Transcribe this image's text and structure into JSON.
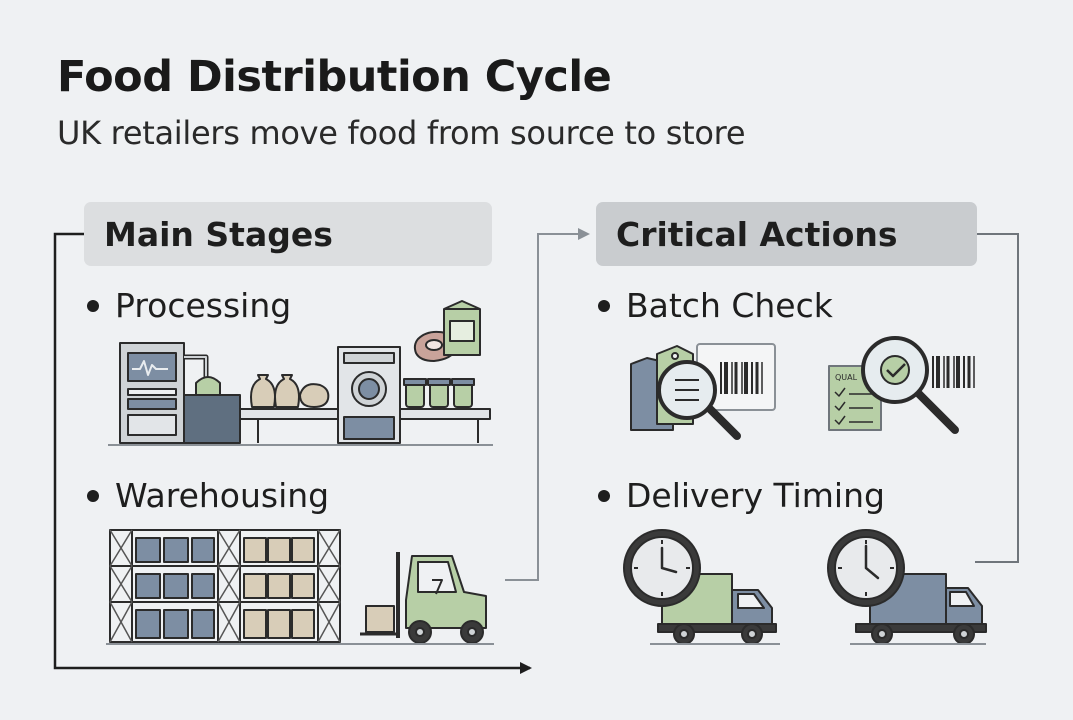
{
  "title": "Food Distribution Cycle",
  "subtitle": "UK retailers move food from source to store",
  "sections": {
    "left": {
      "header": "Main Stages",
      "items": [
        {
          "label": "Processing",
          "illustration": "processing-line-illustration"
        },
        {
          "label": "Warehousing",
          "illustration": "warehouse-forklift-illustration"
        }
      ]
    },
    "right": {
      "header": "Critical Actions",
      "items": [
        {
          "label": "Batch Check",
          "illustration": "barcode-inspection-illustration",
          "inspection_label": "QUAL"
        },
        {
          "label": "Delivery Timing",
          "illustration": "clock-truck-illustration"
        }
      ]
    }
  },
  "colors": {
    "background": "#eff1f3",
    "header_left": "#dcdee0",
    "header_right": "#c9cccf",
    "accent_green": "#b7cfa6",
    "accent_blue": "#7d8ea3",
    "outline": "#2b2b2b"
  }
}
